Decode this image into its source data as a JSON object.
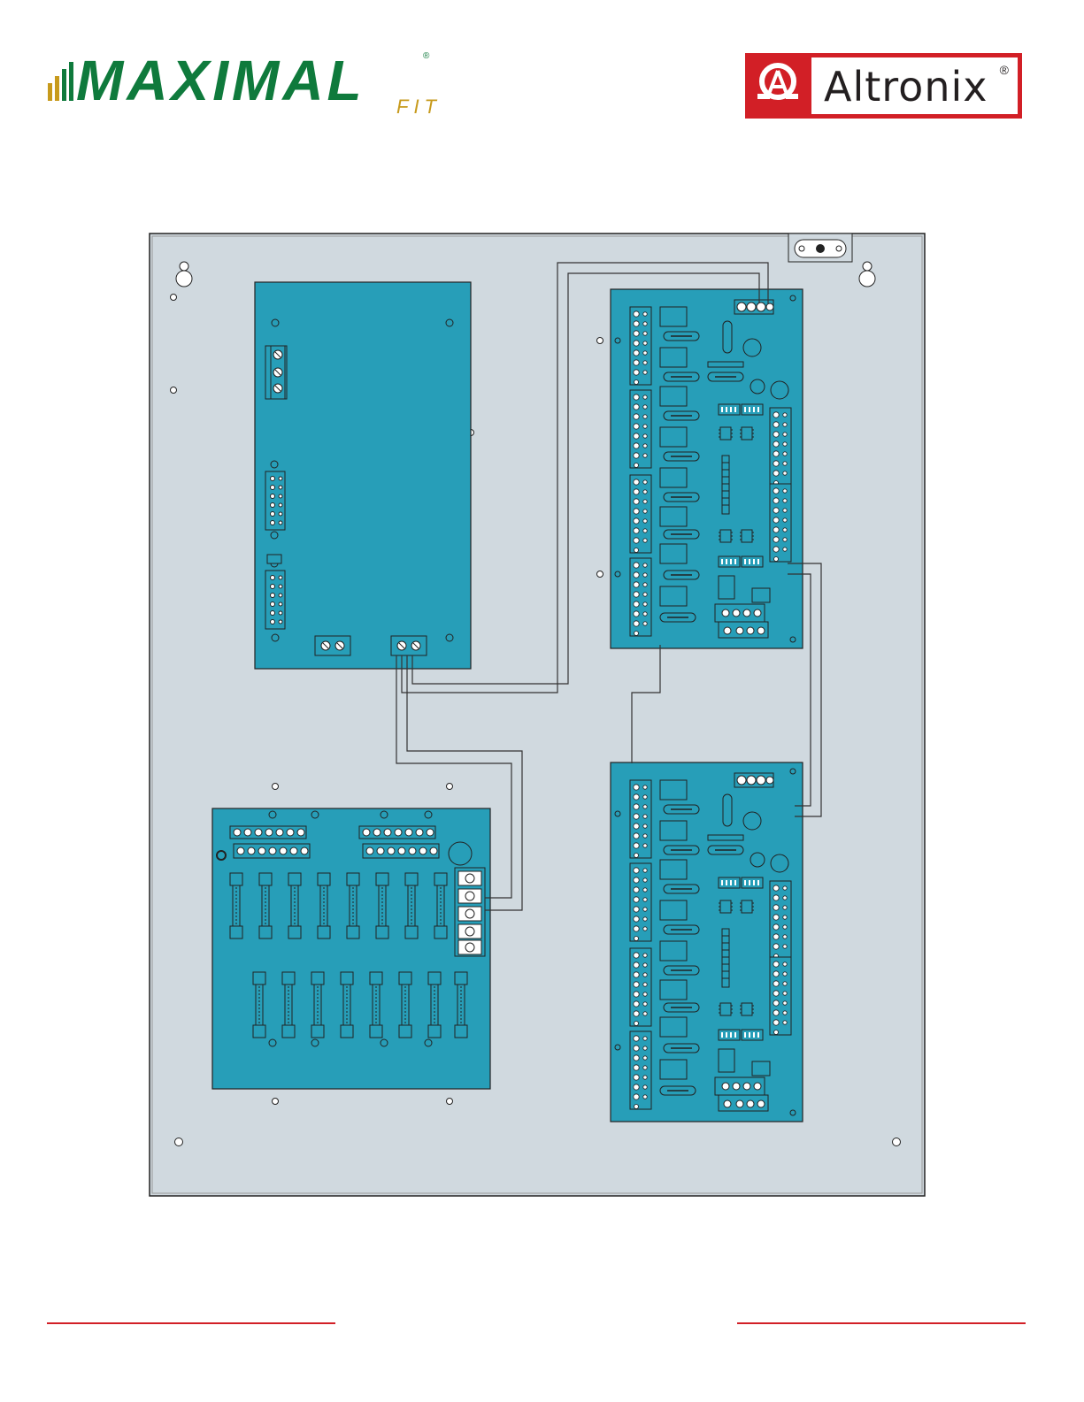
{
  "header": {
    "maximal_logo": {
      "word": "MAXIMAL",
      "sub": "FIT",
      "reg": "®",
      "colors": {
        "green": "#0f7a3c",
        "gold": "#c79a1c"
      }
    },
    "altronix_logo": {
      "word": "Altronix",
      "reg": "®",
      "colors": {
        "red": "#d21f26",
        "text": "#231f20"
      }
    }
  },
  "diagram": {
    "colors": {
      "enclosure": "#d0d9df",
      "board": "#279eb8",
      "outline": "#222222",
      "wire": "#333333"
    },
    "boards": [
      {
        "name": "power-supply-board",
        "kind": "power-supply"
      },
      {
        "name": "access-power-controller-board-top",
        "kind": "controller"
      },
      {
        "name": "access-power-controller-board-bottom",
        "kind": "controller"
      },
      {
        "name": "fuse-distribution-board",
        "kind": "fuse-distribution",
        "fuse_count": 16
      }
    ]
  },
  "footer": {
    "accent_color": "#d21f26"
  }
}
